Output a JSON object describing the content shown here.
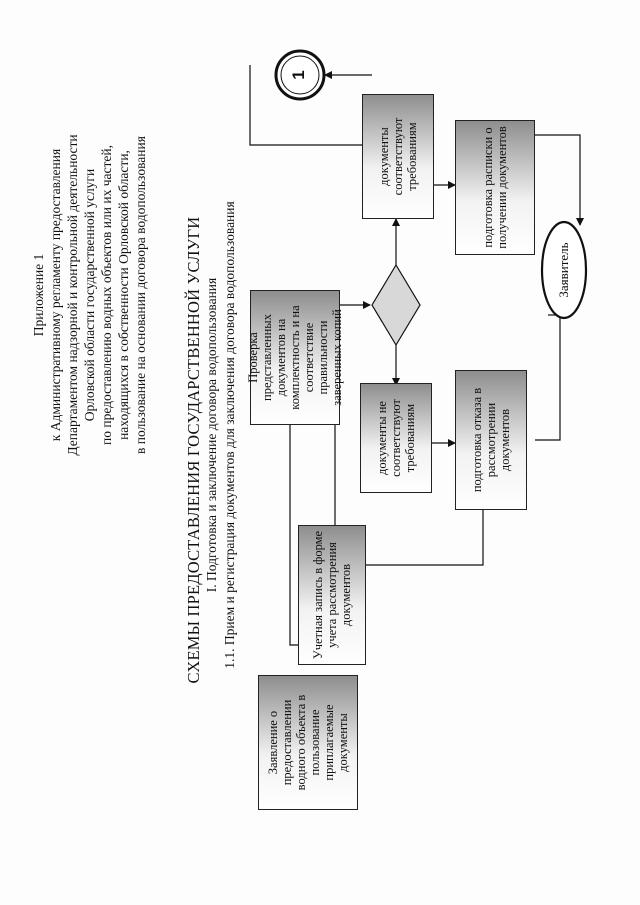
{
  "header": {
    "line1": "Приложение 1",
    "line2": "к Административному регламенту предоставления",
    "line3": "Департаментом надзорной и контрольной деятельности",
    "line4": "Орловской области государственной услуги",
    "line5": "по предоставлению водных объектов или их частей,",
    "line6": "находящихся в собственности Орловской области,",
    "line7": "в пользование на основании договора водопользования"
  },
  "title": "СХЕМЫ ПРЕДОСТАВЛЕНИЯ ГОСУДАРСТВЕННОЙ УСЛУГИ",
  "section": "I. Подготовка и заключение договора водопользования",
  "subsection": "1.1.  Прием и регистрация документов для заключения договора водопользования",
  "nodes": {
    "application": "Заявление о предоставлении водного объекта в пользование приплагаемые документы",
    "registration": "Учетная запись в форме учета рассмотрения документов",
    "check": "Проверка представленных документов на комплектность и на соответствие правильности заверенных копий",
    "not_match": "документы не соответствуют требованиям",
    "refusal": "подготовка отказа в рассмотрении документов",
    "applicant": "Заявитель",
    "match": "документы соответствуют требованиям",
    "receipt": "подготовка расписки о получении документов",
    "connector": "1"
  }
}
